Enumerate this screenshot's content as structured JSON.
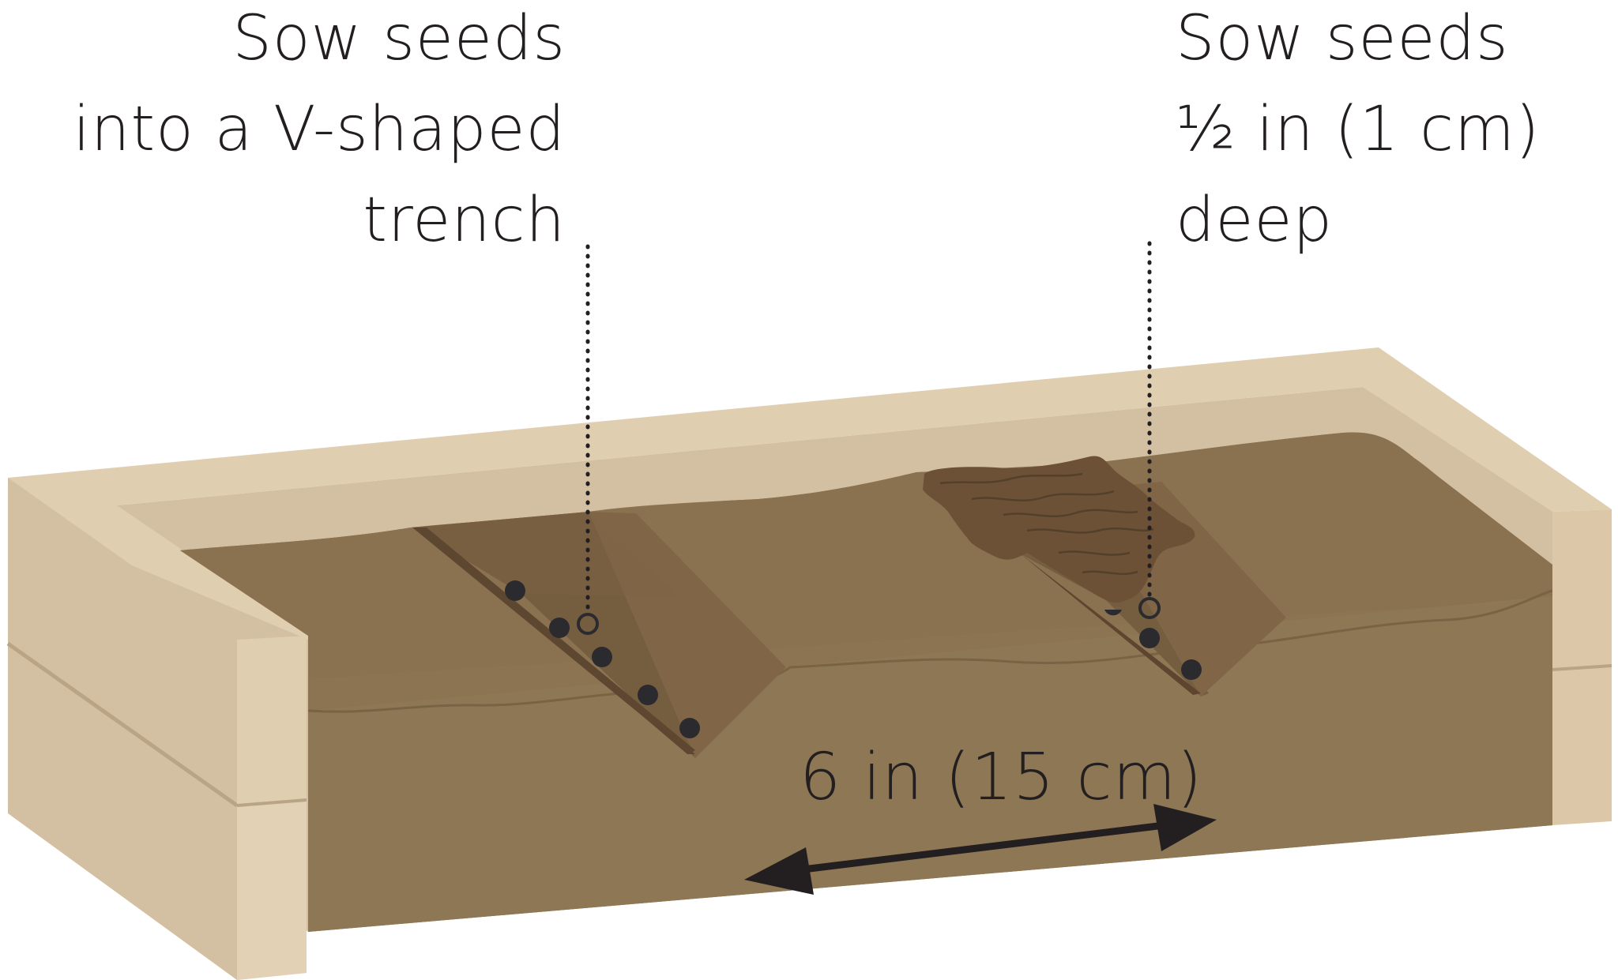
{
  "labels": {
    "trench": [
      "Sow seeds",
      "into a V-shaped",
      "trench"
    ],
    "depth": [
      "Sow seeds",
      "½ in (1 cm)",
      "deep"
    ],
    "spacing": "6 in (15 cm)"
  },
  "colors": {
    "frame_light": "#e0ceb0",
    "frame_mid": "#d3bfa1",
    "frame_side": "#dcc8a9",
    "soil_front": "#8e7754",
    "soil_top": "#8c7452",
    "trench_wall": "#7f6646",
    "trench_shadow": "#6b5538",
    "soil_mound": "#6c5137",
    "seed": "#2b2a2e",
    "text": "#231f20"
  }
}
